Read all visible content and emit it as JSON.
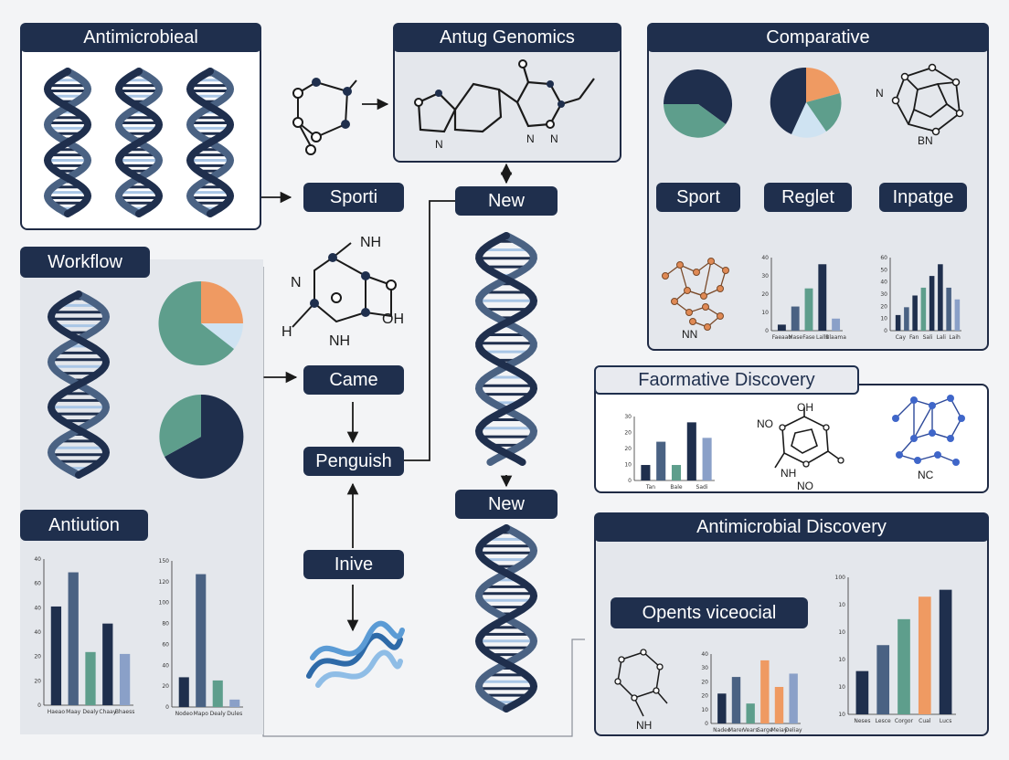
{
  "headers": {
    "antimicrobial": "Antimicrobieal",
    "genomics": "Antug Genomics",
    "comparative": "Comparative",
    "workflow": "Workflow",
    "antiution": "Antiution",
    "faormative": "Faormative Discovery",
    "antimicrobial_discovery": "Antimicrobial Discovery"
  },
  "pills": {
    "sporti": "Sporti",
    "new_top": "New",
    "new_mid": "New",
    "came": "Came",
    "penguish": "Penguish",
    "inive": "Inive",
    "sport": "Sport",
    "reglet": "Reglet",
    "inpatge": "Inpatge",
    "opents": "Opents viceocial"
  },
  "molecule_labels": {
    "center_nh": "NH",
    "center_h": "H",
    "center_nh2": "NH",
    "center_oh": "OH",
    "genomics_n1": "N",
    "genomics_n2": "N",
    "genomics_n3": "N",
    "comp_n": "N",
    "comp_bn": "BN",
    "comp_nn": "NN",
    "faor_oh": "OH",
    "faor_no": "NO",
    "faor_nh": "NH",
    "faor_no2": "NO",
    "faor_nc": "NC",
    "disc_nh": "NH"
  },
  "colors": {
    "navy": "#1f2f4d",
    "blue": "#4a6283",
    "teal": "#5e9e8c",
    "orange": "#ef9a62",
    "light_blue": "#8aa0c8",
    "pale_blue": "#cfe3f2"
  },
  "chart_data": [
    {
      "type": "bar",
      "id": "antiution-left",
      "yticks": [
        "40",
        "60",
        "40",
        "40",
        "20",
        "20",
        "0"
      ],
      "categories": [
        "Haeao",
        "Maay",
        "Dealy",
        "Chaay",
        "Bhaess"
      ],
      "values": [
        52,
        70,
        28,
        43,
        27
      ],
      "colors": [
        "#1f2f4d",
        "#4a6283",
        "#5e9e8c",
        "#1f2f4d",
        "#8aa0c8"
      ]
    },
    {
      "type": "bar",
      "id": "antiution-right",
      "yticks": [
        "150",
        "120",
        "100",
        "80",
        "60",
        "40",
        "20",
        "0"
      ],
      "categories": [
        "Nodeo",
        "Mapo",
        "Dealy",
        "Dules"
      ],
      "values": [
        28,
        125,
        25,
        7
      ],
      "colors": [
        "#1f2f4d",
        "#4a6283",
        "#5e9e8c",
        "#8aa0c8"
      ]
    },
    {
      "type": "bar",
      "id": "comparative-mid",
      "yticks": [
        "40",
        "30",
        "20",
        "10",
        "0"
      ],
      "categories": [
        "Faeaao",
        "Mase",
        "Fase",
        "Lalls",
        "Blaama"
      ],
      "values": [
        5,
        20,
        35,
        55,
        10
      ],
      "colors": [
        "#1f2f4d",
        "#4a6283",
        "#5e9e8c",
        "#1f2f4d",
        "#8aa0c8"
      ]
    },
    {
      "type": "bar",
      "id": "comparative-right",
      "yticks": [
        "60",
        "50",
        "40",
        "30",
        "20",
        "10",
        "0"
      ],
      "categories": [
        "Cay",
        "Fan",
        "Sali",
        "Lali",
        "Laih"
      ],
      "values": [
        8,
        12,
        18,
        22,
        28,
        34,
        22,
        16
      ],
      "colors": [
        "#1f2f4d",
        "#4a6283",
        "#1f2f4d",
        "#5e9e8c",
        "#1f2f4d",
        "#1f2f4d",
        "#4a6283",
        "#8aa0c8"
      ]
    },
    {
      "type": "bar",
      "id": "faormative",
      "yticks": [
        "30",
        "20",
        "20",
        "10",
        "0"
      ],
      "categories": [
        "Tan",
        "Bale",
        "Sadi"
      ],
      "values": [
        4,
        10,
        4,
        15,
        11
      ],
      "colors": [
        "#1f2f4d",
        "#4a6283",
        "#5e9e8c",
        "#1f2f4d",
        "#8aa0c8"
      ]
    },
    {
      "type": "bar",
      "id": "discovery-small",
      "yticks": [
        "40",
        "30",
        "20",
        "20",
        "10",
        "0"
      ],
      "categories": [
        "Nadeo",
        "Marer",
        "Vears",
        "Sarge",
        "Meiay",
        "Deliay"
      ],
      "values": [
        18,
        28,
        12,
        38,
        22,
        30
      ],
      "colors": [
        "#1f2f4d",
        "#4a6283",
        "#5e9e8c",
        "#ef9a62",
        "#ef9a62",
        "#8aa0c8"
      ]
    },
    {
      "type": "bar",
      "id": "discovery-big",
      "yticks": [
        "100",
        "10",
        "10",
        "10",
        "10",
        "10"
      ],
      "categories": [
        "Neses",
        "Lesce",
        "Corgor",
        "Cual",
        "Lucs"
      ],
      "values": [
        25,
        40,
        55,
        68,
        72
      ],
      "colors": [
        "#1f2f4d",
        "#4a6283",
        "#5e9e8c",
        "#ef9a62",
        "#1f2f4d"
      ]
    }
  ]
}
